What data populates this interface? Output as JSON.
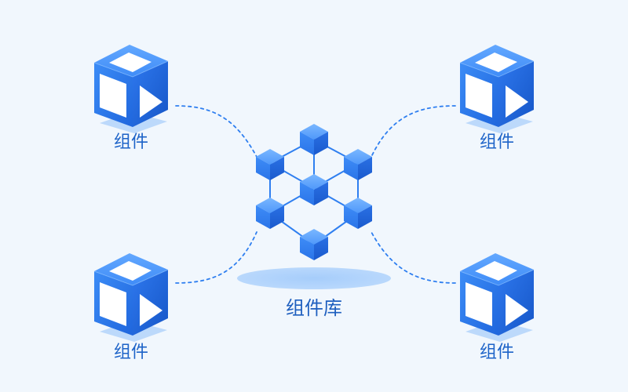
{
  "diagram": {
    "center_label": "组件库",
    "components": [
      {
        "label": "组件"
      },
      {
        "label": "组件"
      },
      {
        "label": "组件"
      },
      {
        "label": "组件"
      }
    ]
  },
  "colors": {
    "background": "#f1f7fd",
    "cube_top": "#ffffff",
    "cube_side": "#2f7ff0",
    "cube_dark": "#1b5fd1",
    "shadow": "#b4d4fb",
    "connector": "#2f7ff0",
    "label": "#1d63c8"
  }
}
